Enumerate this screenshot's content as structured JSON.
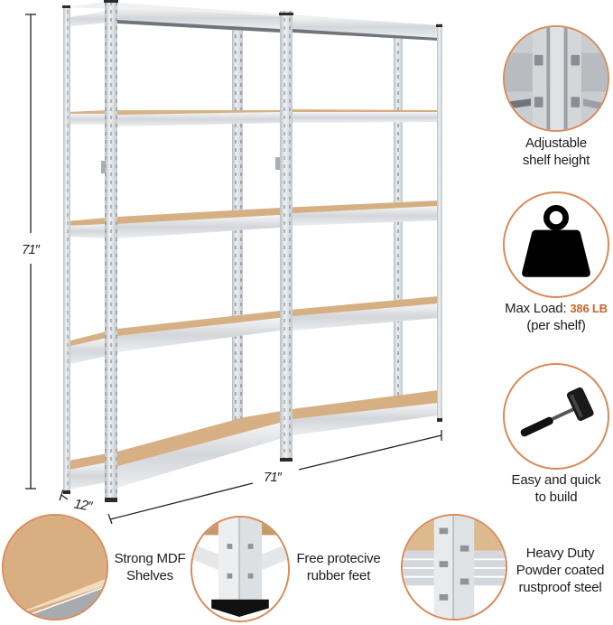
{
  "product": {
    "name": "Two 5-tier boltless metal shelving units with MDF shelves",
    "tiers": 5,
    "units": 2
  },
  "dimensions": {
    "height_label": "71″",
    "width_label": "71″",
    "depth_label": "12″"
  },
  "features_right": [
    {
      "id": "adjustable",
      "line1": "Adjustable",
      "line2": "shelf height",
      "icon": "shelf-corner-closeup-icon"
    },
    {
      "id": "max-load",
      "line1_prefix": "Max Load: ",
      "line1_value": "386 LB",
      "line2": "(per shelf)",
      "icon": "weight-icon"
    },
    {
      "id": "easy-build",
      "line1": "Easy and quick",
      "line2": "to build",
      "icon": "rubber-mallet-icon"
    }
  ],
  "features_bottom": [
    {
      "id": "mdf",
      "line1": "Strong MDF",
      "line2": "Shelves",
      "icon": "mdf-board-closeup-icon"
    },
    {
      "id": "rubber-feet",
      "line1": "Free protecive",
      "line2": "rubber feet",
      "icon": "rubber-foot-closeup-icon"
    },
    {
      "id": "steel",
      "line1": "Heavy Duty",
      "line2": "Powder coated",
      "line3": "rustproof steel",
      "icon": "steel-upright-closeup-icon"
    }
  ],
  "colors": {
    "accent": "#c8642a",
    "circle_border": "#d98a58",
    "mdf": "#d9b48a",
    "steel": "#d6d9dd",
    "steel_dark": "#9ea3a8",
    "text": "#1c1c1c"
  }
}
